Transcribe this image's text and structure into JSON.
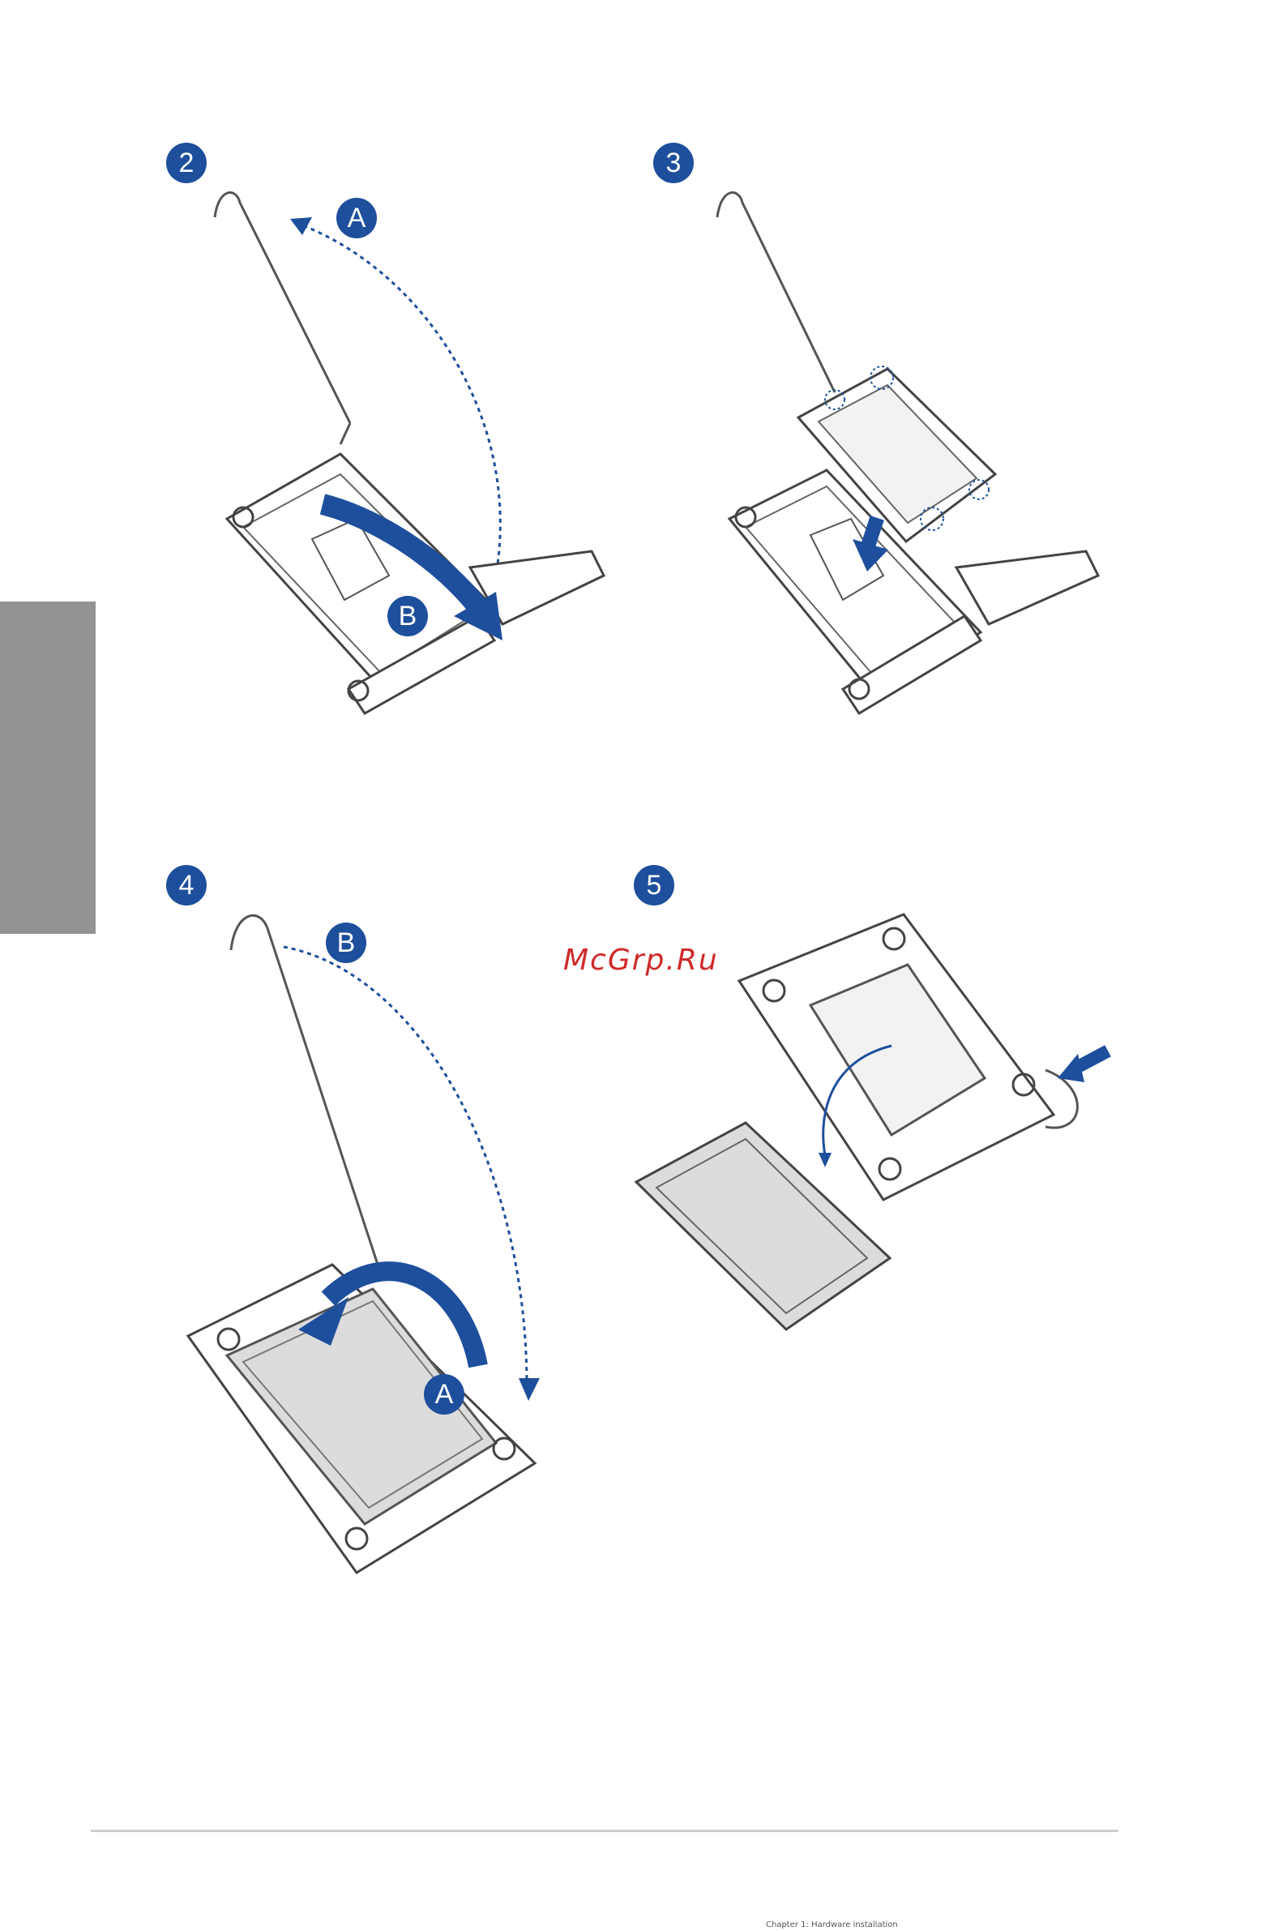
{
  "steps": [
    {
      "number": "2",
      "callouts": [
        "A",
        "B"
      ]
    },
    {
      "number": "3"
    },
    {
      "number": "4",
      "callouts": [
        "B",
        "A"
      ]
    },
    {
      "number": "5"
    }
  ],
  "watermark": "McGrp.Ru",
  "footer_text": "Chapter 1: Hardware installation",
  "colors": {
    "accent": "#1e4f9c",
    "side_tab": "#939393",
    "watermark": "#cf2a2a"
  }
}
